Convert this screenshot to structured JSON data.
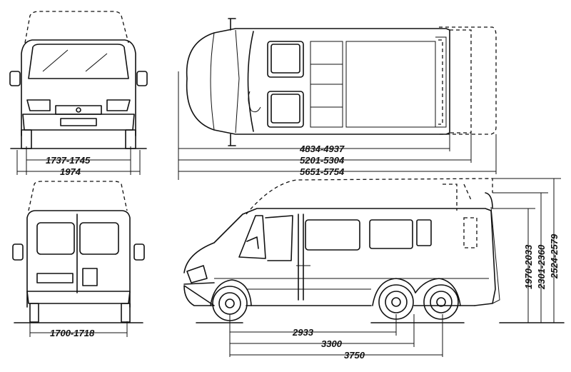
{
  "dimensions": {
    "front_track": "1737-1745",
    "front_width": "1974",
    "rear_track": "1700-1718",
    "length_1": "4834-4937",
    "length_2": "5201-5304",
    "length_3": "5651-5754",
    "height_1": "1970-2033",
    "height_2": "2301-2360",
    "height_3": "2524-2579",
    "wheelbase_1": "2933",
    "wheelbase_2": "3300",
    "wheelbase_3": "3750"
  }
}
